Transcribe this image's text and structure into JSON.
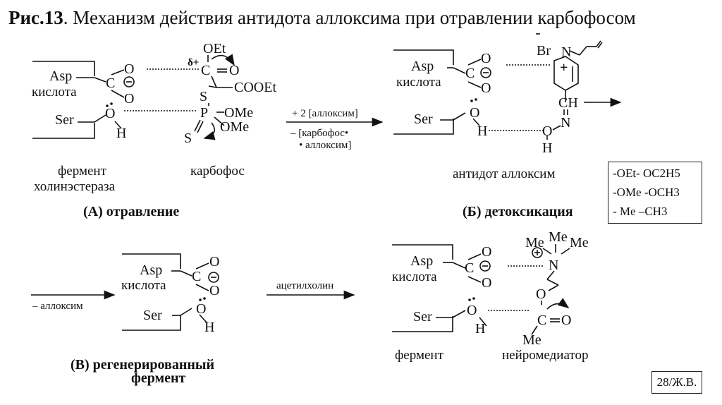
{
  "title": {
    "prefix": "Рис.13",
    "text": ". Механизм действия антидота аллоксима при отравлении карбофосом"
  },
  "panel_a": {
    "caption": "(А) отравление",
    "enzyme_label_1": "фермент",
    "enzyme_label_2": "холинэстераза",
    "poison_label": "карбофос",
    "asp": "Asp",
    "acid": "кислота",
    "ser": "Ser",
    "carboxyl_c": "C",
    "o_top": "O",
    "o_bottom": "O",
    "ser_o": "O",
    "ser_h": "H",
    "delta": "δ+",
    "oet": "OEt",
    "carbonyl": "C=O",
    "cooet": "COOEt",
    "s_bridge": "S",
    "p_atom": "P",
    "ome_1": "OMe",
    "ome_2": "OMe",
    "s_double": "S"
  },
  "arrow_ab": {
    "above": "+ 2 [аллоксим]",
    "below_1": "– [карбофос•",
    "below_2": "• аллоксим]"
  },
  "panel_b": {
    "caption": "(Б) детоксикация",
    "antidote_label": "антидот аллоксим",
    "asp": "Asp",
    "acid": "кислота",
    "ser": "Ser",
    "carboxyl_c": "C",
    "o_top": "O",
    "o_bottom": "O",
    "ser_o": "O",
    "ser_h": "H",
    "br": "Br",
    "n_atom": "N",
    "plus": "+",
    "ch": "CH",
    "n_oxime": "N",
    "o_oxime": "O",
    "h_oxime": "H"
  },
  "arrow_bc": {
    "below": "– аллоксим"
  },
  "panel_c": {
    "caption_1": "(В) регенерированный",
    "caption_2": "фермент",
    "asp": "Asp",
    "acid": "кислота",
    "ser": "Ser",
    "carboxyl_c": "C",
    "o_top": "O",
    "o_bottom": "O",
    "ser_o": "O",
    "ser_h": "H"
  },
  "arrow_cd": {
    "above": "ацетилхолин"
  },
  "panel_d": {
    "enzyme_label": "фермент",
    "mediator_label": "нейромедиатор",
    "asp": "Asp",
    "acid": "кислота",
    "ser": "Ser",
    "carboxyl_c": "C",
    "o_top": "O",
    "o_bottom": "O",
    "ser_o": "O",
    "ser_h": "H",
    "me_left": "Me",
    "me_top": "Me",
    "me_right": "Me",
    "n_atom": "N",
    "o_ester": "O",
    "carbonyl": "C=O",
    "me_bottom": "Me"
  },
  "legend": {
    "rows": [
      "-OEt- OC2H5",
      "-OMe  -OCH3",
      "- Me  –CH3"
    ]
  },
  "page_number": "28/Ж.В."
}
